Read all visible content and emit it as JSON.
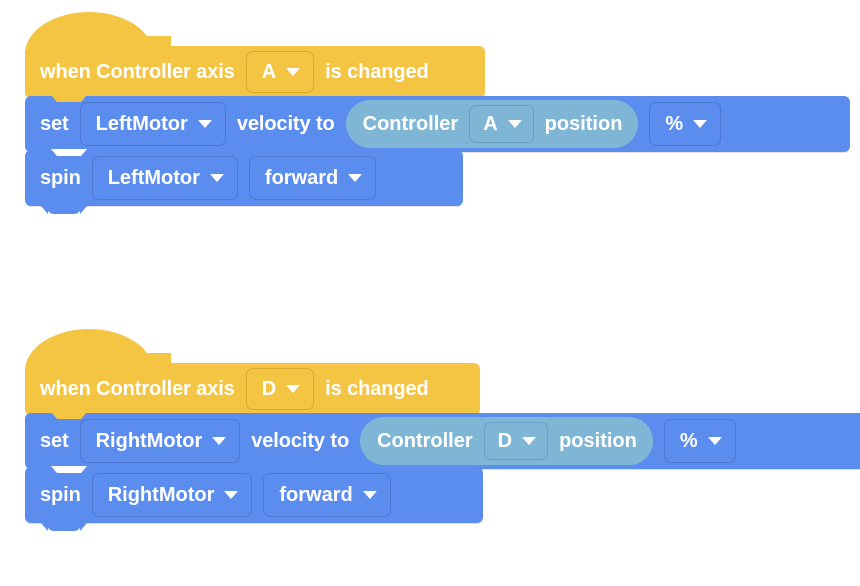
{
  "app": {
    "background_color": "#ffffff",
    "hat_color": "#F4C443",
    "command_color": "#5B8DEF",
    "reporter_color": "#7FB6D6",
    "text_color": "#ffffff"
  },
  "stacks": [
    {
      "id": "stack-a",
      "hat": {
        "text_before": "when Controller axis",
        "dropdown": {
          "value": "A",
          "icon": "chevron-down-icon"
        },
        "text_after": "is changed"
      },
      "set_block": {
        "keyword": "set",
        "device": {
          "value": "LeftMotor",
          "icon": "chevron-down-icon"
        },
        "text_mid": "velocity to",
        "reporter": {
          "text_before": "Controller",
          "axis": {
            "value": "A",
            "icon": "chevron-down-icon"
          },
          "text_after": "position"
        },
        "units": {
          "value": "%",
          "icon": "chevron-down-icon"
        }
      },
      "spin_block": {
        "keyword": "spin",
        "device": {
          "value": "LeftMotor",
          "icon": "chevron-down-icon"
        },
        "direction": {
          "value": "forward",
          "icon": "chevron-down-icon"
        }
      }
    },
    {
      "id": "stack-d",
      "hat": {
        "text_before": "when Controller axis",
        "dropdown": {
          "value": "D",
          "icon": "chevron-down-icon"
        },
        "text_after": "is changed"
      },
      "set_block": {
        "keyword": "set",
        "device": {
          "value": "RightMotor",
          "icon": "chevron-down-icon"
        },
        "text_mid": "velocity to",
        "reporter": {
          "text_before": "Controller",
          "axis": {
            "value": "D",
            "icon": "chevron-down-icon"
          },
          "text_after": "position"
        },
        "units": {
          "value": "%",
          "icon": "chevron-down-icon"
        }
      },
      "spin_block": {
        "keyword": "spin",
        "device": {
          "value": "RightMotor",
          "icon": "chevron-down-icon"
        },
        "direction": {
          "value": "forward",
          "icon": "chevron-down-icon"
        }
      }
    }
  ]
}
